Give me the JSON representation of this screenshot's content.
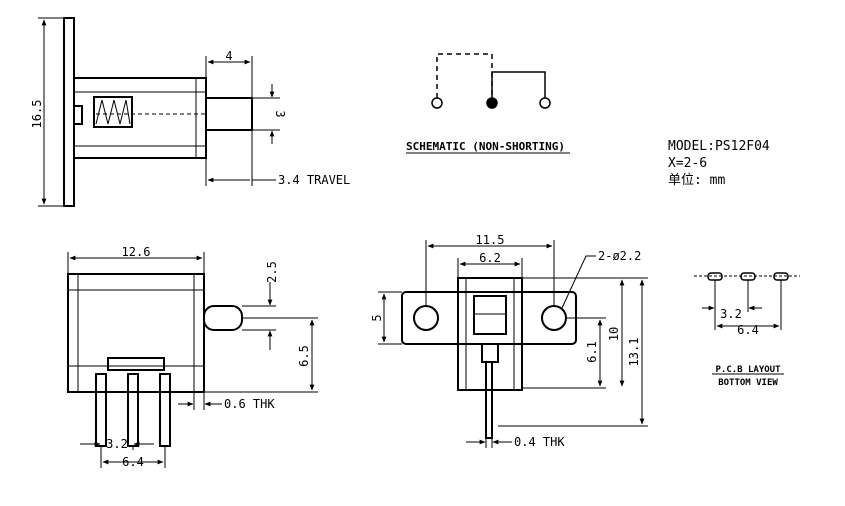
{
  "side_view": {
    "height_label": "16.5",
    "dim_top_label": "4",
    "dim_right_label": "3",
    "travel_label": "3.4 TRAVEL"
  },
  "schematic": {
    "caption": "SCHEMATIC (NON-SHORTING)"
  },
  "model_info": {
    "model": "MODEL:PS12F04",
    "x_range": "X=2-6",
    "unit": "单位: mm"
  },
  "front_view": {
    "width_label": "12.6",
    "dim_25_label": "2.5",
    "dim_65_label": "6.5",
    "thickness_label": "0.6 THK",
    "pitch_label": "3.2",
    "span_label": "6.4"
  },
  "end_view": {
    "width_label": "11.5",
    "inner_label": "6.2",
    "hole_label": "2-ø2.2",
    "left_label": "5",
    "dim_61_label": "6.1",
    "dim_10_label": "10",
    "dim_131_label": "13.1",
    "thickness_label": "0.4 THK"
  },
  "pcb_layout": {
    "pitch_label": "3.2",
    "span_label": "6.4",
    "caption_line1": "P.C.B LAYOUT",
    "caption_line2": "BOTTOM VIEW"
  }
}
